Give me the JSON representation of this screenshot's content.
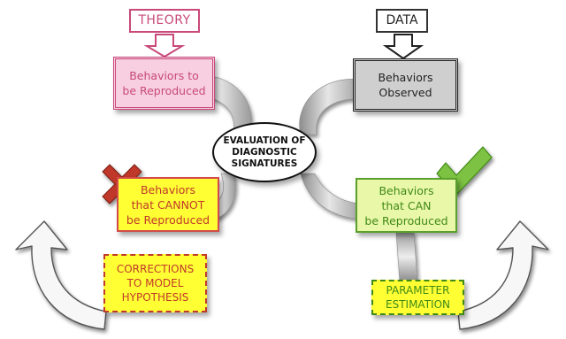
{
  "theory_label": "THEORY",
  "data_label": "DATA",
  "theory_box": "Behaviors to\nbe Reproduced",
  "data_box": "Behaviors\nObserved",
  "center": "EVALUATION OF\nDIAGNOSTIC\nSIGNATURES",
  "cannot_box": "Behaviors\nthat CANNOT\nbe Reproduced",
  "can_box": "Behaviors\nthat CAN\nbe Reproduced",
  "corrections_box": "CORRECTIONS\nTO MODEL\nHYPOTHESIS",
  "parameter_box": "PARAMETER\nESTIMATION",
  "icons": [
    "down-arrow-icon",
    "red-x-icon",
    "green-check-icon",
    "curved-up-arrow-icon"
  ],
  "colors": {
    "theory": "#c8497a",
    "theory_fill": "#f7cfe0",
    "data": "#222222",
    "data_fill": "#cfcfcf",
    "cannot_text": "#c0392b",
    "yellow_fill": "#ffff33",
    "can_text": "#3f8a16",
    "can_fill": "#e9f7a9",
    "ribbon": "#bdbdbd"
  }
}
